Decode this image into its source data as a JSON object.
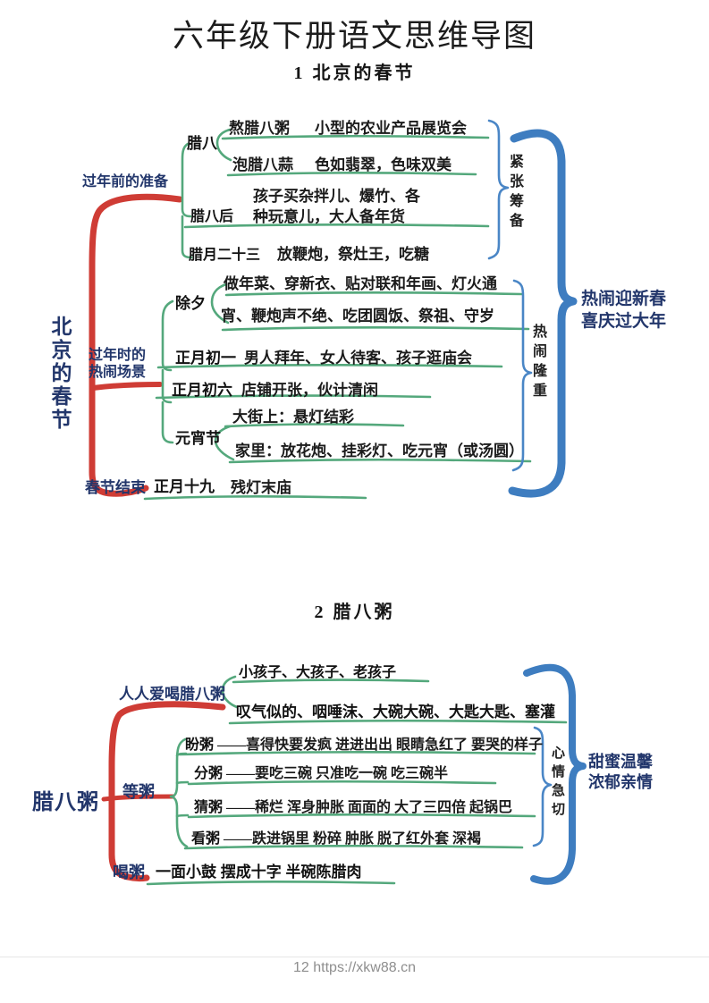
{
  "page": {
    "title": "六年级下册语文思维导图",
    "footer": "12 https://xkw88.cn"
  },
  "colors": {
    "navy": "#22366b",
    "red": "#cf3c35",
    "green": "#54a87c",
    "blue": "#4a86c6",
    "blue_bold": "#3e7dc0",
    "footer_gray": "#8e8e8e",
    "footer_line": "#e6e6e6"
  },
  "map1": {
    "title": "1 北京的春节",
    "root": "北京的春节",
    "prep": {
      "label": "过年前的准备",
      "summary": "紧张筹备",
      "laba": {
        "label": "腊八",
        "item1_head": "熬腊八粥",
        "item1_body": "小型的农业产品展览会",
        "item2_head": "泡腊八蒜",
        "item2_body": "色如翡翠，色味双美"
      },
      "after_laba": {
        "label": "腊八后",
        "line1": "孩子买杂拌儿、爆竹、各",
        "line2": "种玩意儿，大人备年货"
      },
      "layue23": {
        "label": "腊月二十三",
        "body": "放鞭炮，祭灶王，吃糖"
      }
    },
    "scene": {
      "label_line1": "过年时的",
      "label_line2": "热闹场景",
      "summary": "热闹隆重",
      "chuxi": {
        "label": "除夕",
        "line1": "做年菜、穿新衣、贴对联和年画、灯火通",
        "line2": "宵、鞭炮声不绝、吃团圆饭、祭祖、守岁"
      },
      "zhengyue_chuyi": {
        "label": "正月初一",
        "body": "男人拜年、女人待客、孩子逛庙会"
      },
      "zhengyue_chuliu": {
        "label": "正月初六",
        "body": "店铺开张，伙计清闲"
      },
      "yuanxiao": {
        "label": "元宵节",
        "street": "大街上：悬灯结彩",
        "home": "家里：放花炮、挂彩灯、吃元宵（或汤圆）"
      }
    },
    "end": {
      "label": "春节结束",
      "head": "正月十九",
      "body": "残灯末庙"
    },
    "theme_line1": "热闹迎新春",
    "theme_line2": "喜庆过大年"
  },
  "map2": {
    "title": "2 腊八粥",
    "root": "腊八粥",
    "love": {
      "label": "人人爱喝腊八粥",
      "line1": "小孩子、大孩子、老孩子",
      "line2": "叹气似的、咽唾沫、大碗大碗、大匙大匙、塞灌"
    },
    "wait": {
      "label": "等粥",
      "summary": "心情急切",
      "rows": [
        {
          "head": "盼粥",
          "body": "——喜得快要发疯 进进出出 眼睛急红了 要哭的样子"
        },
        {
          "head": "分粥",
          "body": "——要吃三碗 只准吃一碗 吃三碗半"
        },
        {
          "head": "猜粥",
          "body": "——稀烂 浑身肿胀 面面的 大了三四倍 起锅巴"
        },
        {
          "head": "看粥",
          "body": "——跌进锅里 粉碎 肿胀 脱了红外套 深褐"
        }
      ]
    },
    "drink": {
      "label": "喝粥",
      "body": "一面小鼓 摆成十字 半碗陈腊肉"
    },
    "theme_line1": "甜蜜温馨",
    "theme_line2": "浓郁亲情"
  }
}
